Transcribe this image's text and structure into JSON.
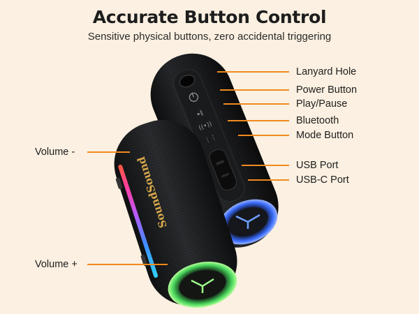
{
  "header": {
    "title": "Accurate Button Control",
    "subtitle": "Sensitive physical buttons, zero accidental triggering"
  },
  "brand": {
    "logo_text": "SoundSound"
  },
  "callouts": {
    "lanyard_hole": "Lanyard Hole",
    "power_button": "Power Button",
    "play_pause": "Play/Pause",
    "bluetooth": "Bluetooth",
    "mode_button": "Mode Button",
    "usb_port": "USB Port",
    "usb_c_port": "USB-C Port",
    "volume_minus": "Volume -",
    "volume_plus": "Volume +"
  },
  "colors": {
    "background": "#fbf0e1",
    "accent": "#f08a1e",
    "speaker_body": "#1b1c1e"
  },
  "icons": {
    "power": "power-icon",
    "play_pause": "play-pause-icon",
    "bluetooth": "bluetooth-icon",
    "mode": "mode-icon"
  }
}
